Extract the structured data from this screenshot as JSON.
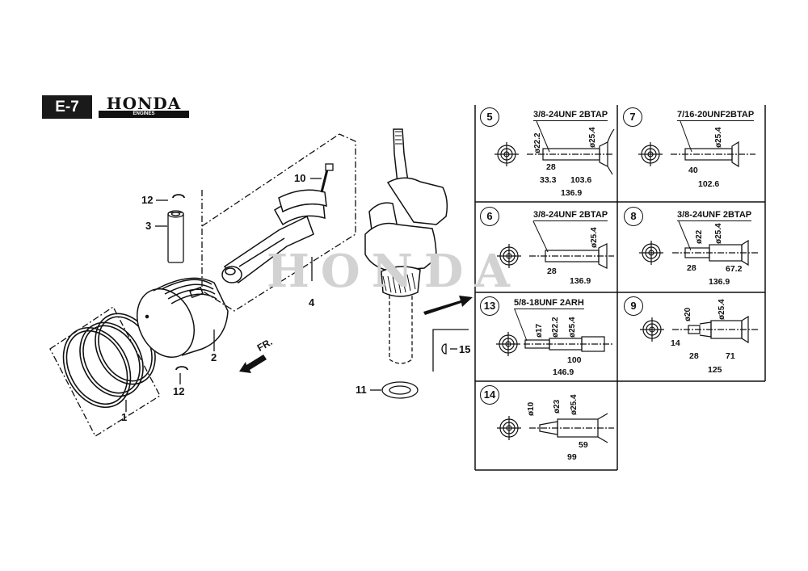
{
  "header": {
    "section_code": "E-7",
    "brand": "HONDA",
    "brand_sub": "ENGINES"
  },
  "watermark": "HONDA",
  "direction_label": "FR.",
  "callouts": {
    "c1": "1",
    "c2": "2",
    "c3": "3",
    "c4": "4",
    "c10": "10",
    "c11": "11",
    "c12a": "12",
    "c12b": "12",
    "c15": "15"
  },
  "crankshaft_types": [
    {
      "id": "5",
      "thread": "3/8-24UNF 2BTAP",
      "thread_num": "3",
      "thread_den": "8-24UNF 2BTAP",
      "diameters": [
        "ø22.2",
        "ø25.4"
      ],
      "lengths": [
        "28",
        "33.3",
        "103.6",
        "136.9"
      ]
    },
    {
      "id": "7",
      "thread": "7/16-20UNF2BTAP",
      "thread_num": "7",
      "thread_den": "16-20UNF2BTAP",
      "diameters": [
        "ø25.4"
      ],
      "lengths": [
        "40",
        "102.6"
      ]
    },
    {
      "id": "6",
      "thread": "3/8-24UNF 2BTAP",
      "thread_num": "3",
      "thread_den": "8-24UNF 2BTAP",
      "diameters": [
        "ø25.4"
      ],
      "lengths": [
        "28",
        "136.9"
      ]
    },
    {
      "id": "8",
      "thread": "3/8-24UNF 2BTAP",
      "thread_num": "3",
      "thread_den": "8-24UNF 2BTAP",
      "diameters": [
        "ø22",
        "ø25.4"
      ],
      "lengths": [
        "28",
        "67.2",
        "136.9"
      ]
    },
    {
      "id": "13",
      "thread": "5/8-18UNF 2ARH",
      "thread_num": "5",
      "thread_den": "8-18UNF 2ARH",
      "diameters": [
        "ø17",
        "ø22.2",
        "ø25.4"
      ],
      "lengths": [
        "100",
        "146.9"
      ]
    },
    {
      "id": "9",
      "thread": "",
      "diameters": [
        "ø20",
        "ø25.4"
      ],
      "lengths": [
        "14",
        "28",
        "71",
        "125"
      ]
    },
    {
      "id": "14",
      "thread": "",
      "diameters": [
        "ø10",
        "ø23",
        "ø25.4"
      ],
      "lengths": [
        "59",
        "99"
      ]
    }
  ]
}
